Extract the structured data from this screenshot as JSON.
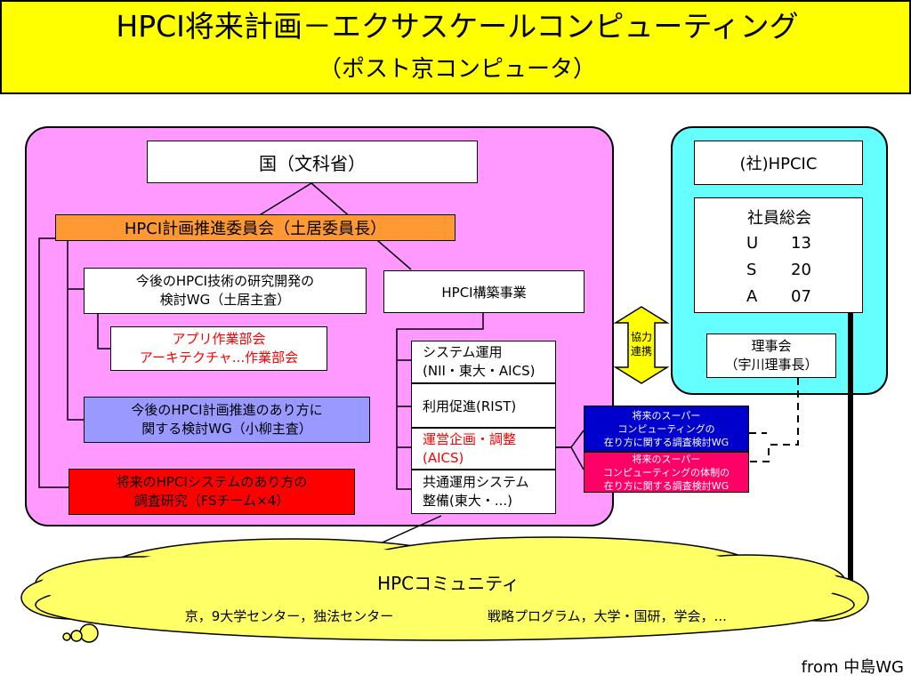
{
  "title": {
    "line1": "HPCI将来計画－エクサスケールコンピューティング",
    "line2": "（ポスト京コンピュータ）"
  },
  "colors": {
    "title_bg": "#ffff00",
    "main_bg": "#ff99ff",
    "hpcic_bg": "#66ffff",
    "committee_bg": "#ff9933",
    "wg_future_bg": "#9999ff",
    "fs_bg": "#ff0000",
    "supercomputer_wg_bg": "#0000cc",
    "system_wg_bg": "#ff0066",
    "cloud_bg": "#ffff66",
    "accent_red": "#ff0000"
  },
  "nodes": {
    "kuni": "国（文科省）",
    "committee": "HPCI計画推進委員会（土居委員長）",
    "wg_tech": "今後のHPCI技術の研究開発の\n検討WG（土居主査）",
    "subgroups": "アプリ作業部会\nアーキテクチャ...作業部会",
    "wg_future": "今後のHPCI計画推進のあり方に\n関する検討WG（小柳主査）",
    "fs": "将来のHPCIシステムのあり方の\n調査研究（FSチーム×4）",
    "build": "HPCI構築事業",
    "sys_ops": "システム運用\n(NII・東大・AICS)",
    "promotion": "利用促進(RIST)",
    "planning": "運営企画・調整\n(AICS)",
    "shared_ops": "共通運用システム\n整備(東大・...)"
  },
  "hpcic": {
    "header": "(社)HPCIC",
    "assembly_label": "社員総会",
    "members": [
      {
        "key": "U",
        "count": "13"
      },
      {
        "key": "S",
        "count": "20"
      },
      {
        "key": "A",
        "count": "07"
      }
    ],
    "board": "理事会\n（宇川理事長）"
  },
  "coop": "協力\n連携",
  "supercomputer_wg": "将来のスーパー\nコンピューティングの\n在り方に関する調査検討WG",
  "system_wg": "将来のスーパー\nコンピューティングの体制の\n在り方に関する調査検討WG",
  "community": {
    "title": "HPCコミュニティ",
    "left": "京，9大学センター，独法センター",
    "right": "戦略プログラム，大学・国研，学会，..."
  },
  "source": "from 中島WG"
}
